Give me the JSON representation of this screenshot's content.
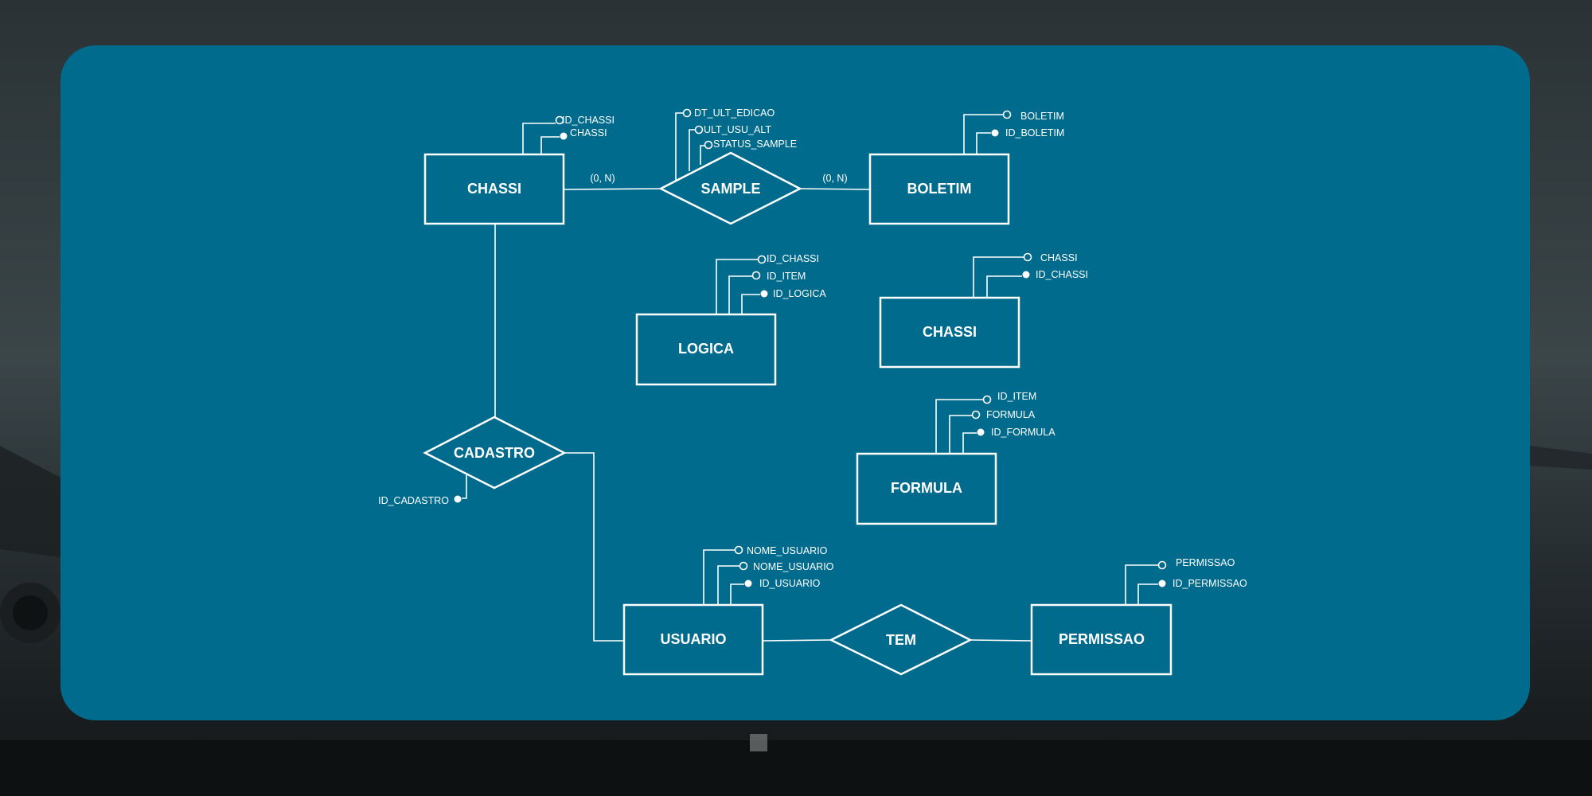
{
  "diagram": {
    "entities": [
      {
        "id": "ent-chassi-1",
        "label": "CHASSI",
        "attrs": [
          {
            "name": "ID_CHASSI",
            "key": false
          },
          {
            "name": "CHASSI",
            "key": true
          }
        ]
      },
      {
        "id": "ent-boletim",
        "label": "BOLETIM",
        "attrs": [
          {
            "name": "BOLETIM",
            "key": false
          },
          {
            "name": "ID_BOLETIM",
            "key": true
          }
        ]
      },
      {
        "id": "ent-logica",
        "label": "LOGICA",
        "attrs": [
          {
            "name": "ID_CHASSI",
            "key": false
          },
          {
            "name": "ID_ITEM",
            "key": false
          },
          {
            "name": "ID_LOGICA",
            "key": true
          }
        ]
      },
      {
        "id": "ent-chassi-2",
        "label": "CHASSI",
        "attrs": [
          {
            "name": "CHASSI",
            "key": false
          },
          {
            "name": "ID_CHASSI",
            "key": true
          }
        ]
      },
      {
        "id": "ent-formula",
        "label": "FORMULA",
        "attrs": [
          {
            "name": "ID_ITEM",
            "key": false
          },
          {
            "name": "FORMULA",
            "key": false
          },
          {
            "name": "ID_FORMULA",
            "key": true
          }
        ]
      },
      {
        "id": "ent-usuario",
        "label": "USUARIO",
        "attrs": [
          {
            "name": "NOME_USUARIO",
            "key": false
          },
          {
            "name": "NOME_USUARIO",
            "key": false
          },
          {
            "name": "ID_USUARIO",
            "key": true
          }
        ]
      },
      {
        "id": "ent-permissao",
        "label": "PERMISSAO",
        "attrs": [
          {
            "name": "PERMISSAO",
            "key": false
          },
          {
            "name": "ID_PERMISSAO",
            "key": true
          }
        ]
      }
    ],
    "relationships": [
      {
        "id": "rel-sample",
        "label": "SAMPLE",
        "attrs": [
          {
            "name": "DT_ULT_EDICAO",
            "key": false
          },
          {
            "name": "ULT_USU_ALT",
            "key": false
          },
          {
            "name": "STATUS_SAMPLE",
            "key": false
          }
        ]
      },
      {
        "id": "rel-cadastro",
        "label": "CADASTRO",
        "attrs": [
          {
            "name": "ID_CADASTRO",
            "key": true
          }
        ]
      },
      {
        "id": "rel-tem",
        "label": "TEM",
        "attrs": []
      }
    ],
    "cardinalities": [
      {
        "id": "card-chassi-sample",
        "label": "(0, N)"
      },
      {
        "id": "card-sample-boletim",
        "label": "(0, N)"
      }
    ],
    "links": [
      {
        "from": "ent-chassi-1",
        "to": "rel-sample"
      },
      {
        "from": "rel-sample",
        "to": "ent-boletim"
      },
      {
        "from": "ent-chassi-1",
        "to": "rel-cadastro"
      },
      {
        "from": "rel-cadastro",
        "to": "ent-usuario"
      },
      {
        "from": "ent-usuario",
        "to": "rel-tem"
      },
      {
        "from": "rel-tem",
        "to": "ent-permissao"
      }
    ]
  }
}
